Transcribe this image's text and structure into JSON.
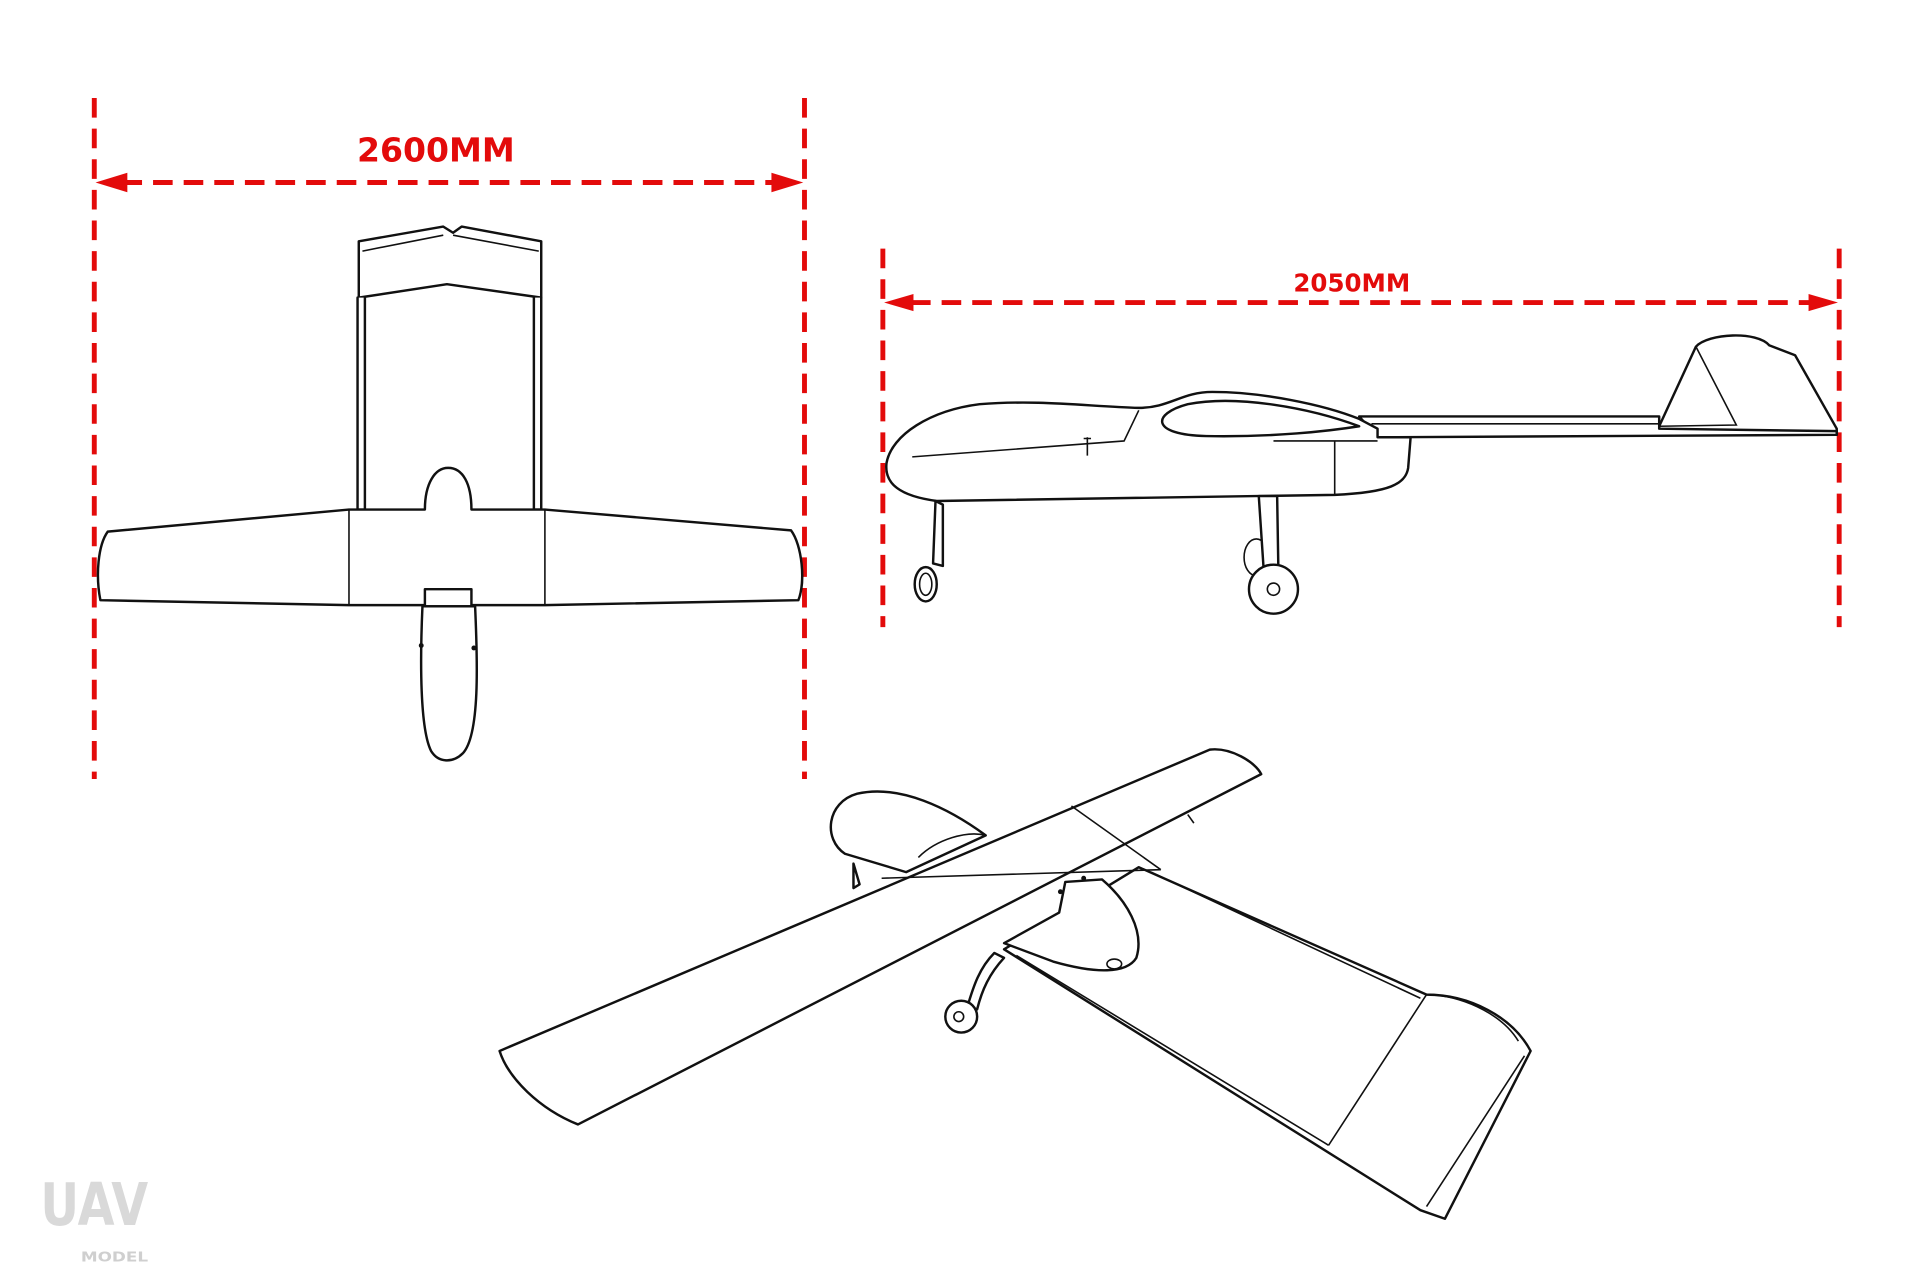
{
  "dimensions": {
    "wingspan_label": "2600MM",
    "length_label": "2050MM"
  },
  "views": [
    "top-view",
    "side-view",
    "isometric-view"
  ],
  "logo": {
    "main": "UAV",
    "sub": "MODEL"
  },
  "colors": {
    "dimension": "#e30b0b",
    "outline": "#111111",
    "logo": "#d9d9d9"
  }
}
